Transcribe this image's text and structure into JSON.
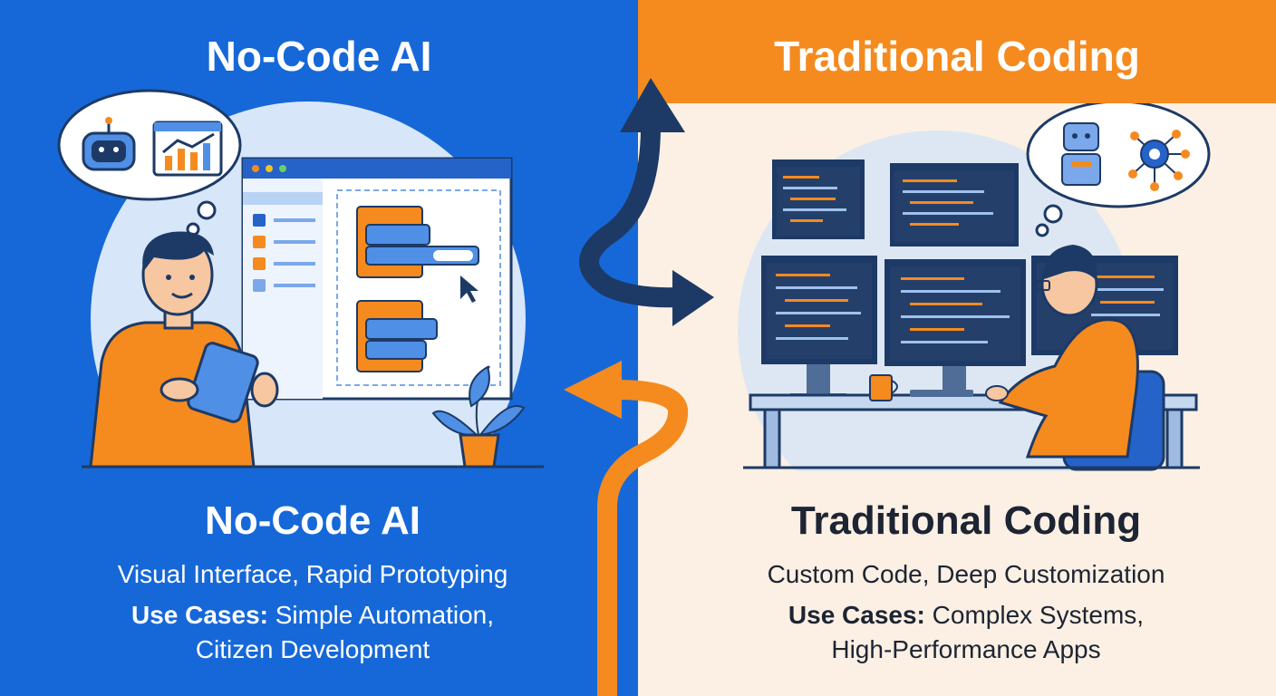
{
  "left": {
    "header_title": "No-Code AI",
    "subtitle": "No-Code AI",
    "description": "Visual Interface, Rapid Prototyping",
    "use_cases_label": "Use Cases:",
    "use_cases_line1": "Simple Automation,",
    "use_cases_line2": "Citizen Development"
  },
  "right": {
    "header_title": "Traditional Coding",
    "subtitle": "Traditional Coding",
    "description": "Custom Code, Deep Customization",
    "use_cases_label": "Use Cases:",
    "use_cases_line1": "Complex Systems,",
    "use_cases_line2": "High-Performance Apps"
  },
  "colors": {
    "blue": "#1668d8",
    "orange": "#f58a1f",
    "navy": "#1d3a66",
    "cream": "#fbf0e3"
  }
}
